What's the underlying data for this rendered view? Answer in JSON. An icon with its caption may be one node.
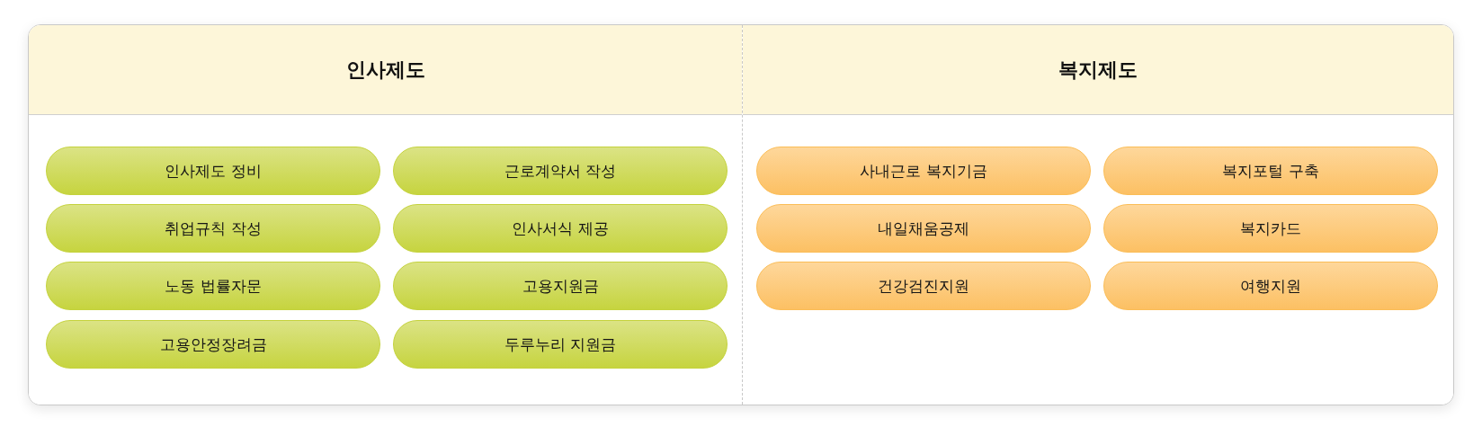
{
  "diagram": {
    "nodes": [
      {
        "text": [
          "인사제도"
        ]
      },
      {
        "text": [
          "인사제도 정비"
        ],
        "in": 0
      },
      {
        "text": [
          "근로계약서 작성"
        ],
        "in": 0
      },
      {
        "text": [
          "취업규칙 작성"
        ],
        "in": 0
      },
      {
        "text": [
          "인사서식 제공"
        ],
        "in": 0
      },
      {
        "text": [
          "노동 법률자문"
        ],
        "in": 0
      },
      {
        "text": [
          "고용지원금"
        ],
        "in": 0
      },
      {
        "text": [
          "고용안정장려금"
        ],
        "in": 0
      },
      {
        "text": [
          "두루누리 지원금"
        ],
        "in": 0
      },
      {
        "text": [
          "복지제도"
        ]
      },
      {
        "text": [
          "사내근로 복지기금"
        ],
        "in": 9
      },
      {
        "text": [
          "복지포털 구축"
        ],
        "in": 9
      },
      {
        "text": [
          "내일채움공제"
        ],
        "in": 9
      },
      {
        "text": [
          "복지카드"
        ],
        "in": 9
      },
      {
        "text": [
          "건강검진지원"
        ],
        "in": 9
      },
      {
        "text": [
          "여행지원"
        ],
        "in": 9
      }
    ]
  }
}
